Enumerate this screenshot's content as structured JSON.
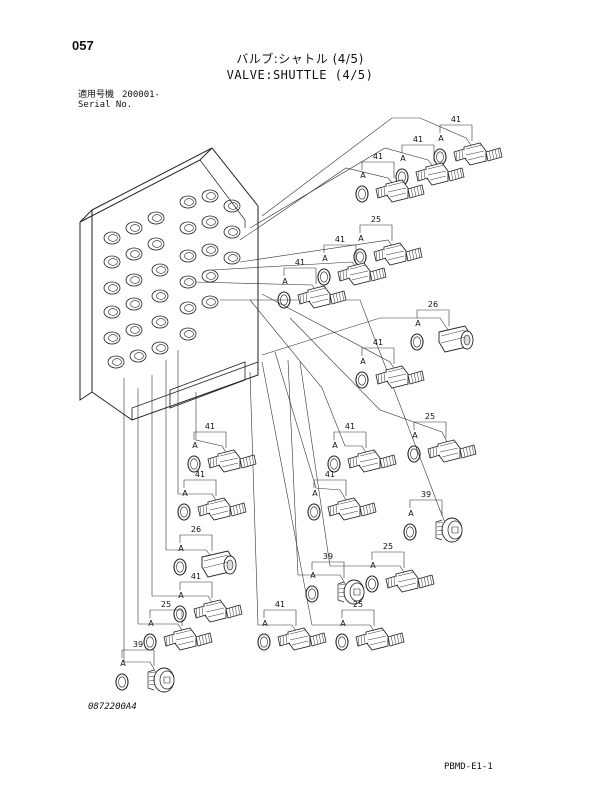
{
  "page": {
    "number": "057",
    "title_jp": "バルブ:シャトル (4/5)",
    "title_en": "VALVE:SHUTTLE (4/5)",
    "applicable_label_jp": "適用号機",
    "applicable_serial": "200001-",
    "applicable_label_en": "Serial No.",
    "drawing_code": "0872200A4",
    "sheet_code": "PBMD-E1-1"
  },
  "diagram": {
    "marker_letter": "A",
    "parts": [
      {
        "label": "41",
        "type": "adapter"
      },
      {
        "label": "41",
        "type": "adapter"
      },
      {
        "label": "41",
        "type": "adapter"
      },
      {
        "label": "25",
        "type": "adapter"
      },
      {
        "label": "41",
        "type": "adapter"
      },
      {
        "label": "41",
        "type": "adapter"
      },
      {
        "label": "26",
        "type": "cap"
      },
      {
        "label": "41",
        "type": "adapter"
      },
      {
        "label": "41",
        "type": "adapter"
      },
      {
        "label": "25",
        "type": "adapter"
      },
      {
        "label": "41",
        "type": "adapter"
      },
      {
        "label": "39",
        "type": "plug"
      },
      {
        "label": "41",
        "type": "adapter"
      },
      {
        "label": "41",
        "type": "adapter"
      },
      {
        "label": "25",
        "type": "adapter"
      },
      {
        "label": "26",
        "type": "cap"
      },
      {
        "label": "39",
        "type": "plug"
      },
      {
        "label": "41",
        "type": "adapter"
      },
      {
        "label": "25",
        "type": "adapter"
      },
      {
        "label": "41",
        "type": "adapter"
      },
      {
        "label": "25",
        "type": "adapter"
      },
      {
        "label": "39",
        "type": "plug"
      }
    ]
  }
}
